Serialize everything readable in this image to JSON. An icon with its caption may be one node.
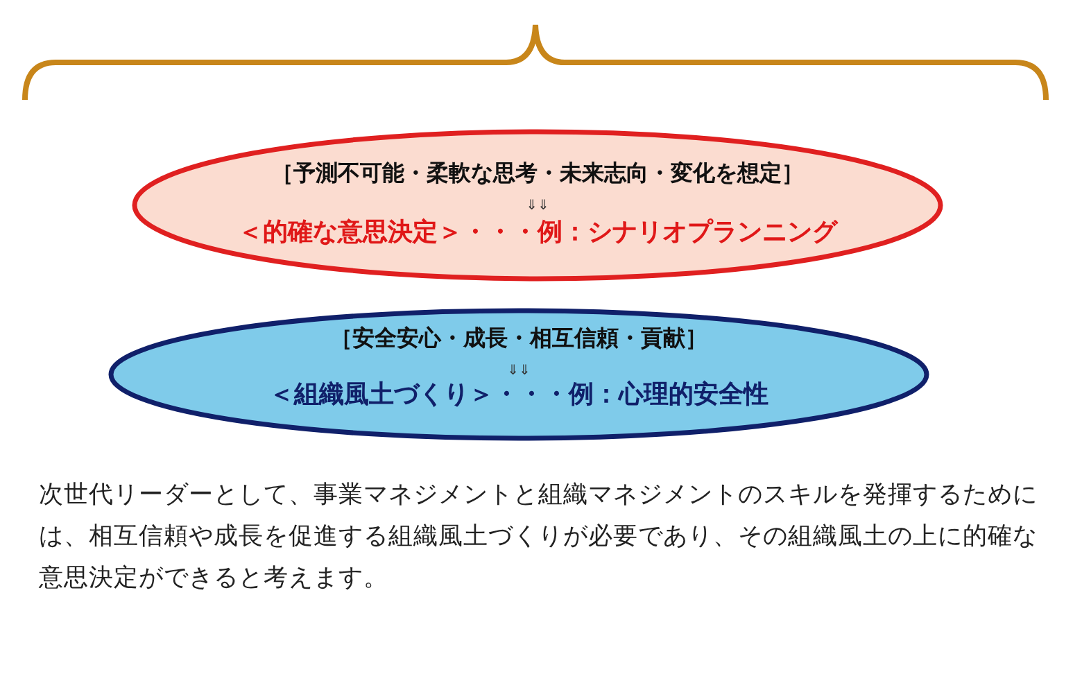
{
  "diagram": {
    "nodes": [
      {
        "text": [
          "［予測不可能・柔軟な思考・未来志向・変化を想定］",
          "⇓⇓",
          "＜的確な意思決定＞・・・例：シナリオプランニング"
        ]
      },
      {
        "text": [
          "［安全安心・成長・相互信頼・貢献］",
          "⇓⇓",
          "＜組織風土づくり＞・・・例：心理的安全性"
        ]
      }
    ],
    "labels": [
      "次世代リーダーとして、事業マネジメントと組織マネジメントのスキルを発揮するためには、相互信頼や成長を促進する組織風土づくりが必要であり、その組織風土の上に的確な意思決定ができると考えます。"
    ]
  }
}
